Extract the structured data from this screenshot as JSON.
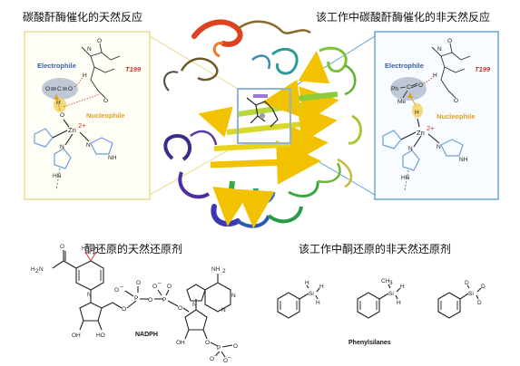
{
  "titles": {
    "top_left": "碳酸酐酶催化的天然反应",
    "top_right": "该工作中碳酸酐酶催化的非天然反应",
    "bottom_left": "酮还原的天然还原剂",
    "bottom_right": "该工作中酮还原的非天然还原剂"
  },
  "left_panel": {
    "electrophile": "Electrophile",
    "nucleophile": "Nucleophile",
    "residue": "T199",
    "metal": "Zn",
    "metal_charge": "2+",
    "atoms": {
      "o": "O",
      "c": "C",
      "h": "H",
      "n": "N",
      "nh": "NH",
      "hn": "HN"
    }
  },
  "right_panel": {
    "electrophile": "Electrophile",
    "nucleophile": "Nucleophile",
    "residue": "T199",
    "metal": "Zn",
    "metal_charge": "2+",
    "substrate_ph": "Ph",
    "substrate_me": "Me",
    "atoms": {
      "o": "O",
      "c": "C",
      "h": "H",
      "n": "N",
      "nh": "NH",
      "hn": "HN"
    }
  },
  "nadph": {
    "name": "NADPH",
    "nh2": "NH",
    "nh2_sub": "2",
    "amide_h2n": "H",
    "amide_h2n_sub": "2",
    "amide_n": "N",
    "h_label": "H",
    "h_label2": "H",
    "o_minus": "O",
    "minus": "–",
    "p": "P",
    "o": "O",
    "oh": "OH",
    "ho": "HO",
    "n": "N",
    "n_plus": "N"
  },
  "silanes": {
    "name": "Phenylsilanes",
    "si": "Si",
    "h": "H",
    "d": "D",
    "ch3": "CH",
    "ch3_sub": "3"
  },
  "colors": {
    "panel_left_border": "#e8cf7a",
    "panel_right_border": "#4a90c8",
    "electrophile_text": "#3a5fa8",
    "nucleophile_text": "#e0a020",
    "residue_text": "#c0392b",
    "highlight_h": "#f4d87a",
    "highlight_blob": "#a9b6c8",
    "deuterium_red": "#d9382b"
  }
}
